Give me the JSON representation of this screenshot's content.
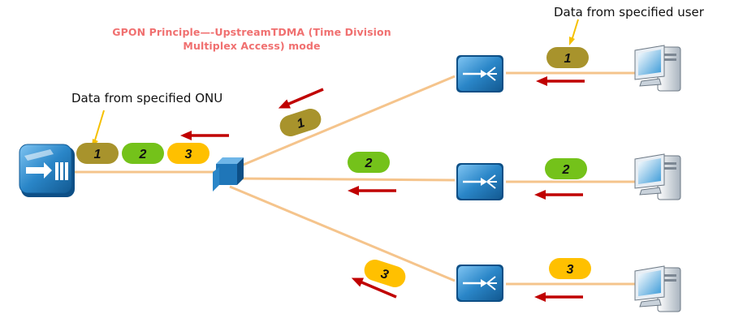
{
  "title": {
    "line1": "GPON Principle—-UpstreamTDMA (Time Division",
    "line2": "Multiplex Access) mode"
  },
  "annotations": {
    "onu": "Data from specified ONU",
    "user": "Data from specified user"
  },
  "frames": {
    "one": "1",
    "two": "2",
    "three": "3"
  },
  "colors": {
    "fiber": "#f5c48c",
    "arrow": "#c00000",
    "frame_1": "#a8932c",
    "frame_2": "#74c21a",
    "frame_3": "#ffc000",
    "callout_line": "#f5c000",
    "device_blue": "#2a86c8",
    "title_text": "#f07070"
  },
  "icons": {
    "olt": "olt-device-icon",
    "splitter": "optical-splitter-icon",
    "onu": "onu-device-icon",
    "user": "user-computer-icon"
  }
}
